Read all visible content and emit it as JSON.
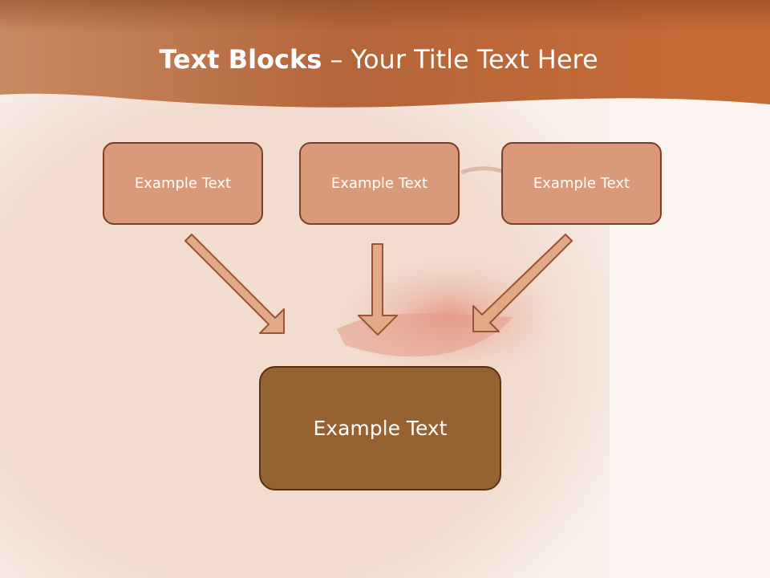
{
  "title": {
    "bold": "Text Blocks",
    "dash": " – ",
    "rest": "Your Title Text Here"
  },
  "blocks": [
    {
      "label": "Example Text"
    },
    {
      "label": "Example Text"
    },
    {
      "label": "Example Text"
    }
  ],
  "target": {
    "label": "Example Text"
  },
  "colors": {
    "header": "#c0683a",
    "block_fill": "#d99a79",
    "block_border": "#7e3e26",
    "target_fill": "#976231",
    "arrow_fill": "#e3a886",
    "arrow_stroke": "#9a5434"
  }
}
